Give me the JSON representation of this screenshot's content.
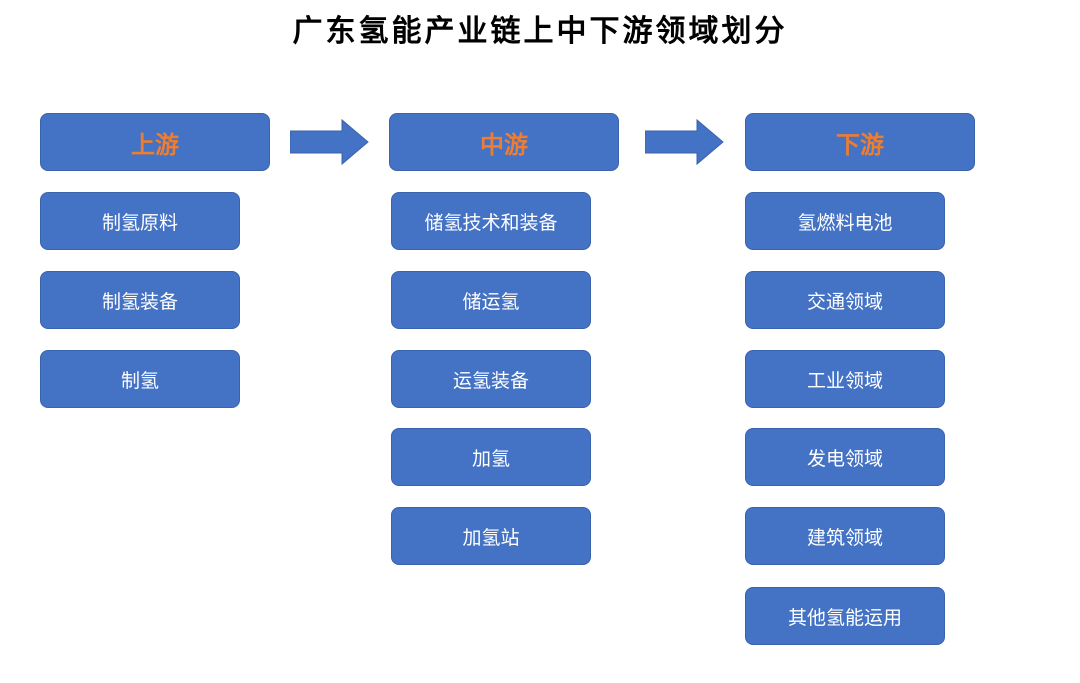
{
  "title": "广东氢能产业链上中下游领域划分",
  "colors": {
    "box": "#4472c4",
    "header_text": "#ed7d31",
    "item_text": "#ffffff"
  },
  "columns": [
    {
      "header": "上游",
      "items": [
        "制氢原料",
        "制氢装备",
        "制氢"
      ]
    },
    {
      "header": "中游",
      "items": [
        "储氢技术和装备",
        "储运氢",
        "运氢装备",
        "加氢",
        "加氢站"
      ]
    },
    {
      "header": "下游",
      "items": [
        "氢燃料电池",
        "交通领域",
        "工业领域",
        "发电领域",
        "建筑领域",
        "其他氢能运用"
      ]
    }
  ]
}
